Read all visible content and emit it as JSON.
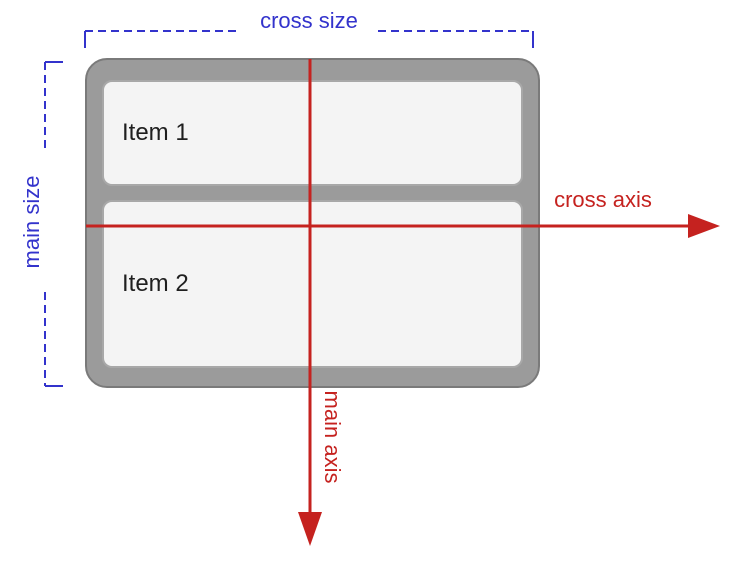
{
  "labels": {
    "cross_size": "cross size",
    "main_size": "main size",
    "cross_axis": "cross axis",
    "main_axis": "main axis"
  },
  "items": [
    {
      "label": "Item 1"
    },
    {
      "label": "Item 2"
    }
  ],
  "colors": {
    "size_blue": "#3333cc",
    "axis_red": "#c5221f",
    "container_fill": "#9b9b9b",
    "container_border": "#7a7a7a",
    "item_fill": "#f4f4f4",
    "item_border": "#a8a8a8",
    "item_text": "#1f1f1f"
  }
}
